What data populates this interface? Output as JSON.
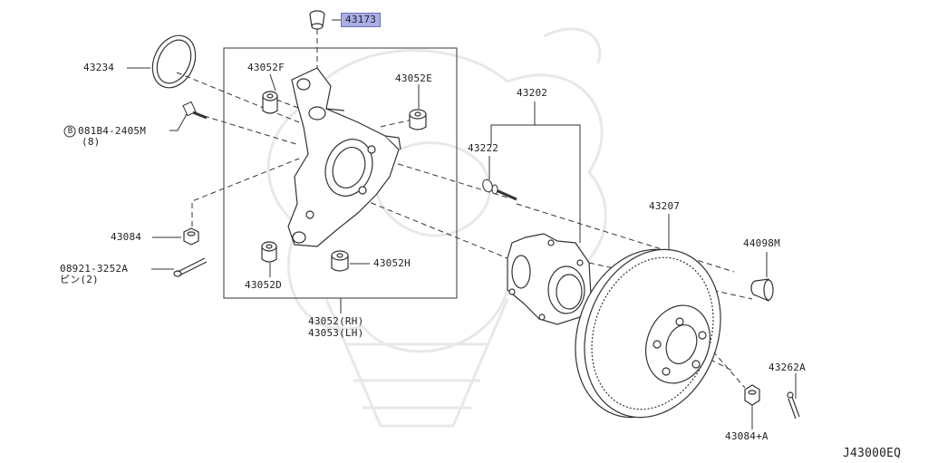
{
  "diagram_id": "J43000EQ",
  "highlighted_part": "43173",
  "part_labels": {
    "p43173": "43173",
    "p43234": "43234",
    "p43052F": "43052F",
    "p43052E": "43052E",
    "bolt_code": "081B4-2405M",
    "bolt_qty": "(8)",
    "p43084": "43084",
    "pin_code": "08921-3252A",
    "pin_desc": "ピン(2)",
    "p43052D": "43052D",
    "p43052H": "43052H",
    "p43052_rh": "43052(RH)",
    "p43053_lh": "43053(LH)",
    "p43202": "43202",
    "p43222": "43222",
    "p43207": "43207",
    "p44098M": "44098M",
    "p43262A": "43262A",
    "p43084_a": "43084+A"
  },
  "bolt_symbol": "B",
  "colors": {
    "line": "#333333",
    "highlight_fill": "#a9aee6",
    "watermark": "#e6e6e6"
  }
}
